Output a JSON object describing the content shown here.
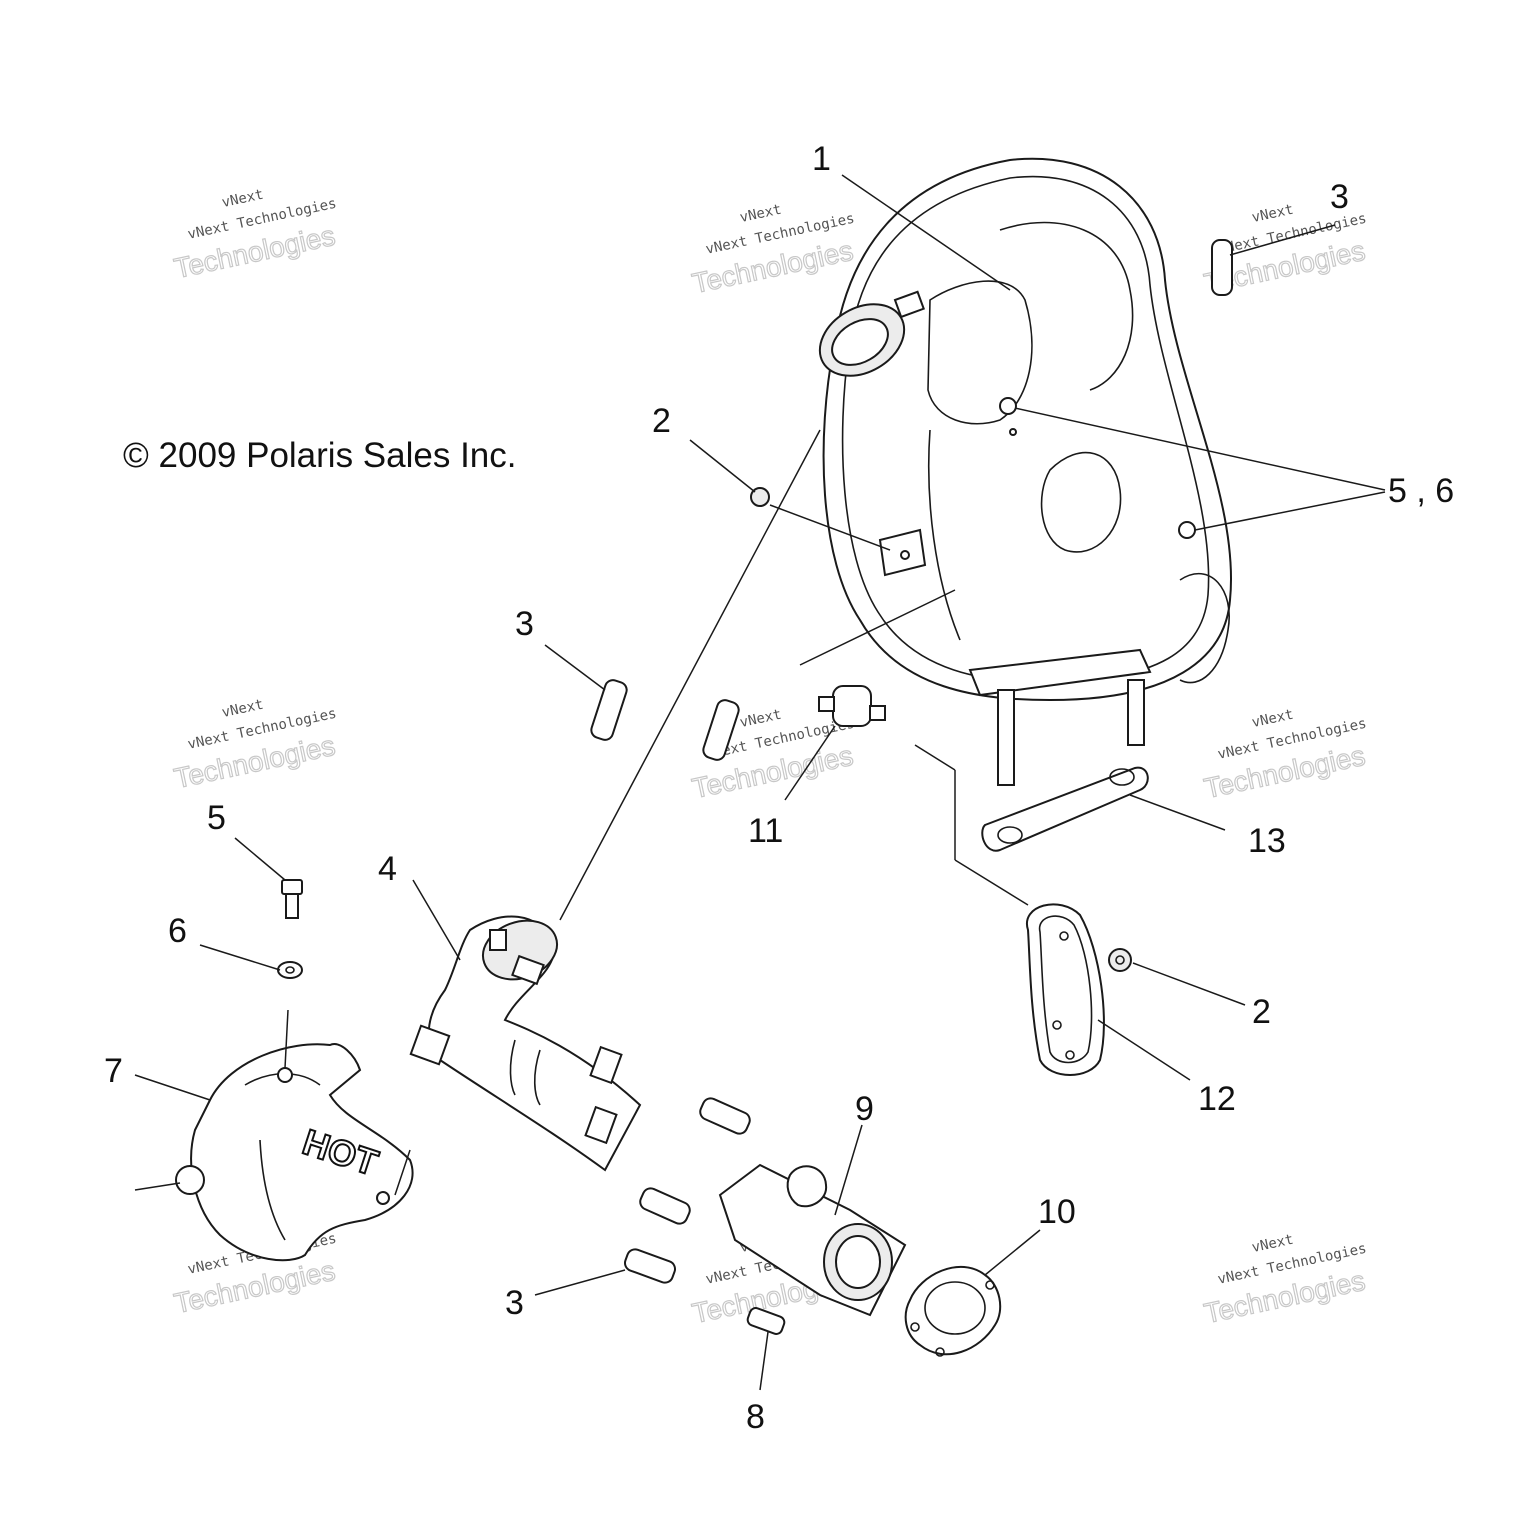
{
  "copyright": "© 2009 Polaris Sales Inc.",
  "watermark": {
    "line1": "vNext",
    "line2": "vNext Technologies",
    "line3": "Technologies"
  },
  "callouts": [
    {
      "id": "c1",
      "label": "1"
    },
    {
      "id": "c3a",
      "label": "3"
    },
    {
      "id": "c2a",
      "label": "2"
    },
    {
      "id": "c56",
      "label": "5 , 6"
    },
    {
      "id": "c3b",
      "label": "3"
    },
    {
      "id": "c11",
      "label": "11"
    },
    {
      "id": "c13",
      "label": "13"
    },
    {
      "id": "c5",
      "label": "5"
    },
    {
      "id": "c4",
      "label": "4"
    },
    {
      "id": "c6",
      "label": "6"
    },
    {
      "id": "c2b",
      "label": "2"
    },
    {
      "id": "c7",
      "label": "7"
    },
    {
      "id": "c12",
      "label": "12"
    },
    {
      "id": "c9",
      "label": "9"
    },
    {
      "id": "c10",
      "label": "10"
    },
    {
      "id": "c3c",
      "label": "3"
    },
    {
      "id": "c8",
      "label": "8"
    }
  ],
  "heat_shield_text": "HOT"
}
